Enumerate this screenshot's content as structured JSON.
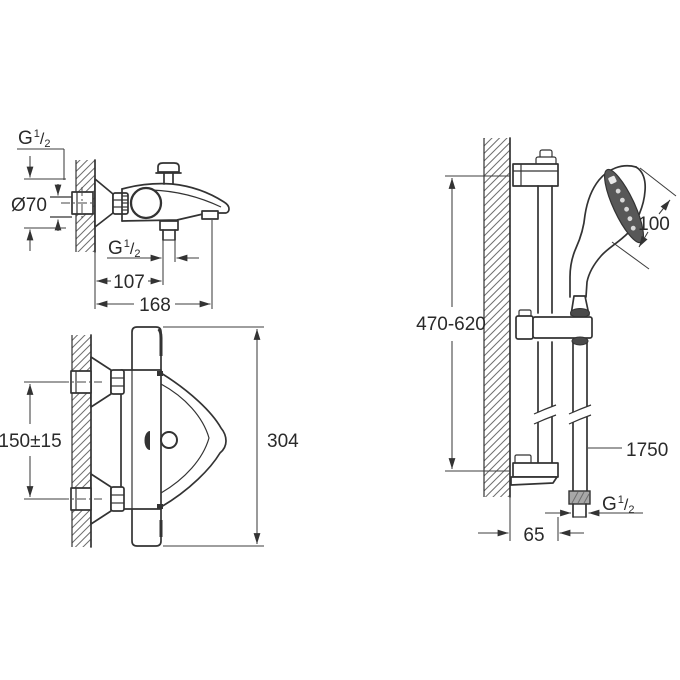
{
  "title": "Technical dimensional drawing: bath thermostat mixer with hand shower rail set",
  "colors": {
    "line": "#333333",
    "text": "#2a2a2a",
    "dark_fill": "#4a4a4a",
    "connector_fill": "#a8a8a8",
    "background": "#ffffff"
  },
  "thread": {
    "prefix": "G",
    "sup": "1",
    "slash": "/",
    "sub": "2"
  },
  "mixer_side": {
    "escutcheon_diameter": "Ø70",
    "spout_outlet_distance": "107",
    "total_reach": "168"
  },
  "mixer_front": {
    "connection_spacing": "150±15",
    "overall_height": "304"
  },
  "shower_set": {
    "head_diameter": "100",
    "rail_range": "470-620",
    "hose_length": "1750",
    "wall_offset": "65"
  }
}
